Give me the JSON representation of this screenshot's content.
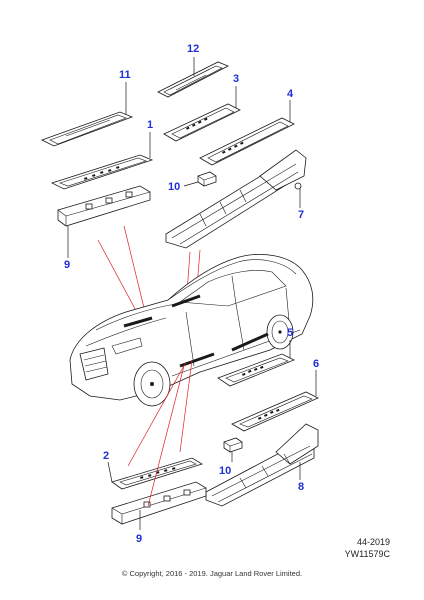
{
  "callouts": {
    "c12": "12",
    "c11": "11",
    "c3": "3",
    "c4": "4",
    "c1": "1",
    "c10a": "10",
    "c7": "7",
    "c9a": "9",
    "c5": "5",
    "c6": "6",
    "c2": "2",
    "c10b": "10",
    "c8": "8",
    "c9b": "9"
  },
  "reference": {
    "line1": "44-2019",
    "line2": "YW11579C"
  },
  "copyright": "© Copyright, 2016 - 2019. Jaguar Land Rover Limited.",
  "colors": {
    "callout": "#1f2fd6",
    "pointer": "#e02020",
    "linework": "#1a1a1a"
  }
}
